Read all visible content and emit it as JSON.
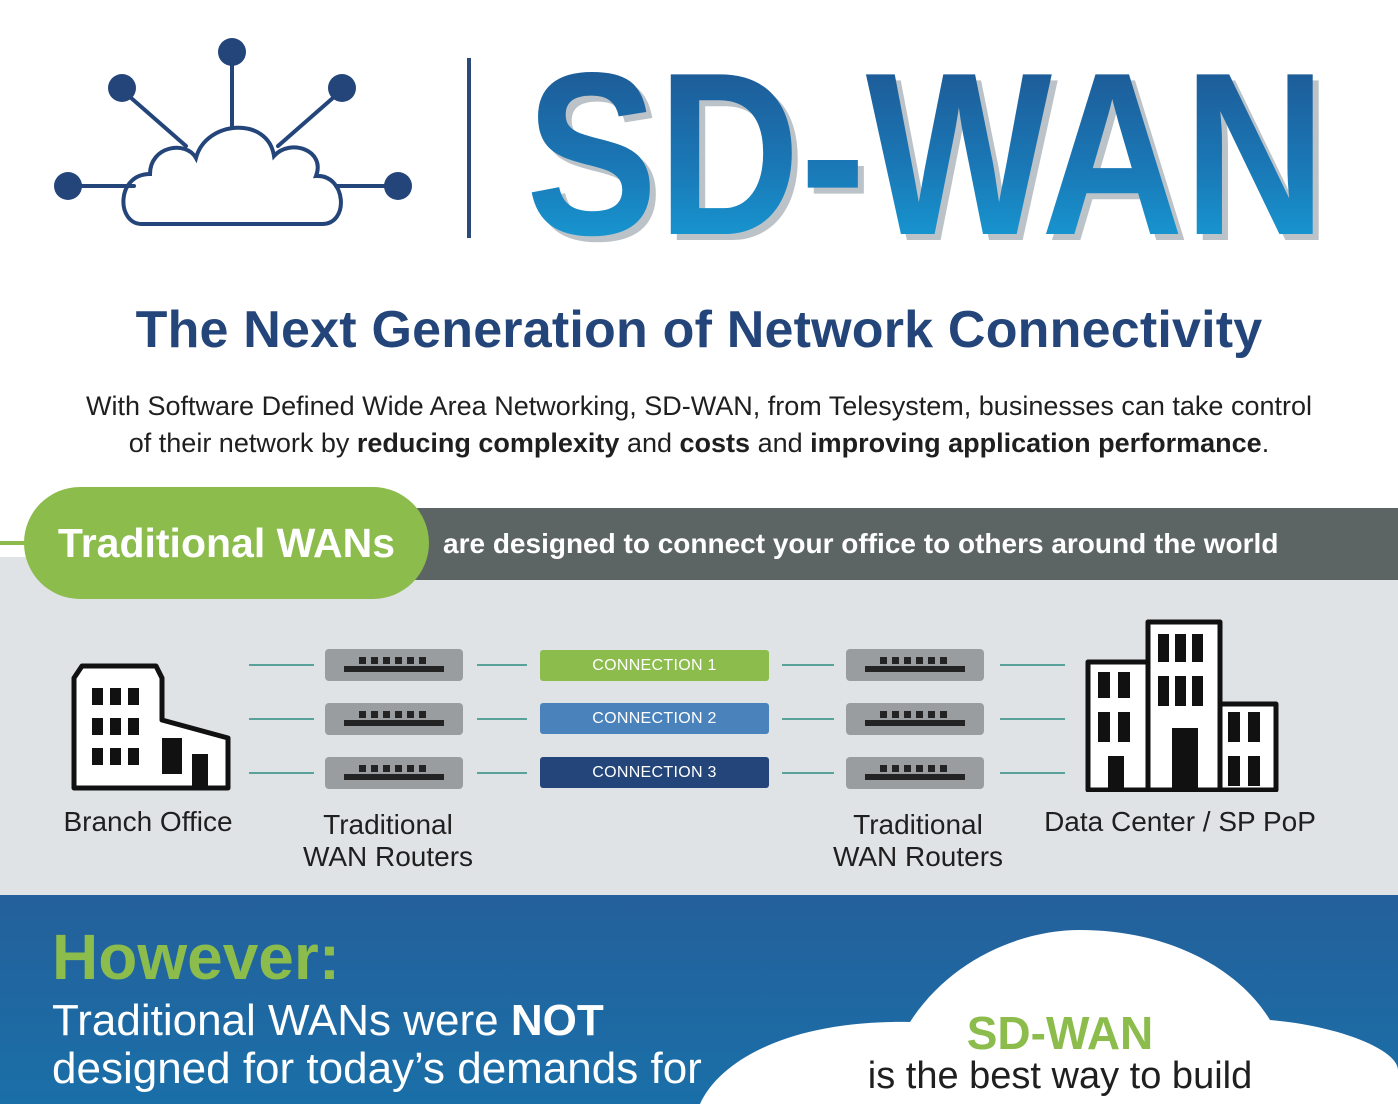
{
  "header": {
    "brand": "SD-WAN",
    "tagline": "The Next Generation of Network Connectivity",
    "intro": {
      "line1": "With Software Defined Wide Area Networking, SD-WAN, from Telesystem, businesses can take control",
      "line2_pre": "of their network by ",
      "bold1": "reducing complexity",
      "and1": " and ",
      "bold2": "costs",
      "and2": " and ",
      "bold3": "improving application performance",
      "end": "."
    }
  },
  "traditional": {
    "pill": "Traditional WANs",
    "bar_text": "are designed to connect your office to others around the world",
    "connections": [
      "CONNECTION 1",
      "CONNECTION 2",
      "CONNECTION 3"
    ],
    "captions": {
      "branch": "Branch Office",
      "router_line1": "Traditional",
      "router_line2": "WAN Routers",
      "datacenter": "Data Center / SP PoP"
    }
  },
  "however": {
    "title": "However:",
    "line1_pre": "Traditional WANs were ",
    "line1_bold": "NOT",
    "line2": "designed for today’s demands for"
  },
  "cloud_callout": {
    "title": "SD-WAN",
    "text": "is the best way to build"
  },
  "colors": {
    "navy": "#24457a",
    "green": "#8bbc4c",
    "blue": "#4a83bc",
    "gray_bar": "#5d6564",
    "band_gray": "#dfe3e6",
    "however_blue": "#1a6fa8"
  }
}
